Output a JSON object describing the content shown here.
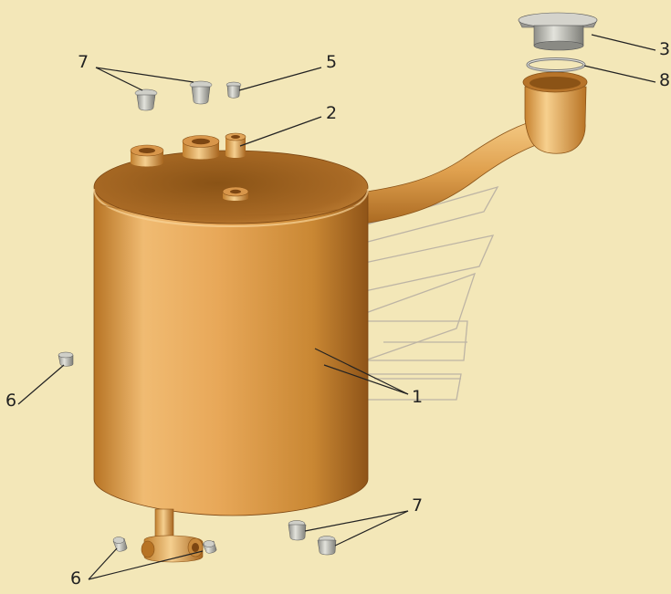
{
  "colors": {
    "background": "#f3e7b8",
    "tank_light": "#f3c27a",
    "tank_mid": "#d99a45",
    "tank_dark": "#9c5e1c",
    "part_grey": "#b9b9b2",
    "watermark": "#bdb4a4"
  },
  "callouts": [
    {
      "id": "c1",
      "label": "1"
    },
    {
      "id": "c2",
      "label": "2"
    },
    {
      "id": "c3",
      "label": "3"
    },
    {
      "id": "c5",
      "label": "5"
    },
    {
      "id": "c6a",
      "label": "6"
    },
    {
      "id": "c6b",
      "label": "6"
    },
    {
      "id": "c7a",
      "label": "7"
    },
    {
      "id": "c7b",
      "label": "7"
    },
    {
      "id": "c8",
      "label": "8"
    }
  ]
}
